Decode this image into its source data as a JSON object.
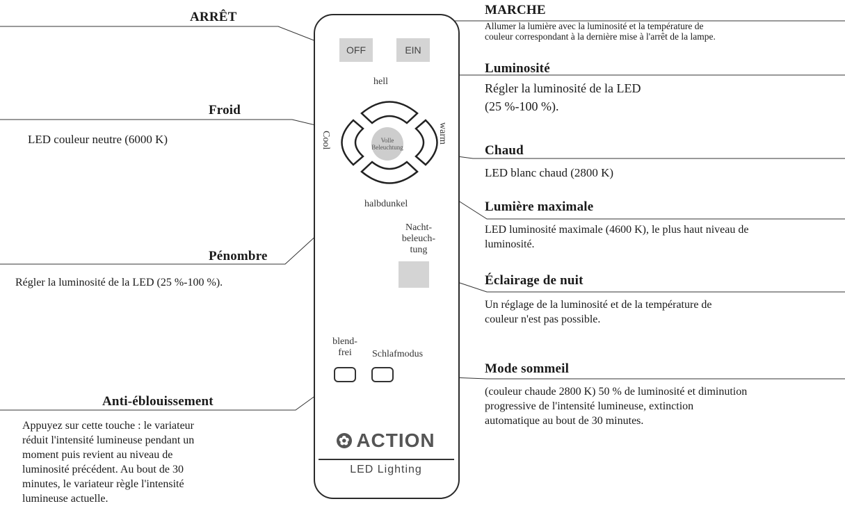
{
  "annotations": {
    "off": {
      "title": "ARRÊT"
    },
    "on": {
      "title": "MARCHE",
      "desc": "Allumer la lumière avec la luminosité et la température de couleur correspondant à la dernière mise à l'arrêt de la lampe."
    },
    "brightness": {
      "title": "Luminosité",
      "desc": "Régler la luminosité de la LED (25 %-100 %)."
    },
    "cold": {
      "title": "Froid",
      "desc": "LED couleur neutre (6000 K)"
    },
    "warm": {
      "title": "Chaud",
      "desc": "LED blanc chaud (2800 K)"
    },
    "max_light": {
      "title": "Lumière maximale",
      "desc": "LED luminosité maximale (4600 K), le plus haut niveau de luminosité."
    },
    "dim": {
      "title": "Pénombre",
      "desc": "Régler la luminosité de la LED (25 %-100 %)."
    },
    "night": {
      "title": "Éclairage de nuit",
      "desc": "Un réglage de la luminosité et de la température de couleur n'est pas possible."
    },
    "sleep": {
      "title": "Mode sommeil",
      "desc": "(couleur chaude 2800 K) 50 % de luminosité et diminution progressive de l'intensité lumineuse, extinction automatique au bout de 30 minutes."
    },
    "anti_glare": {
      "title": "Anti-éblouissement",
      "desc": "Appuyez sur cette touche : le variateur réduit l'intensité lumineuse pendant un moment puis revient au niveau de luminosité précédent. Au bout de 30 minutes, le variateur règle l'intensité lumineuse actuelle."
    }
  },
  "remote": {
    "off_label": "OFF",
    "on_label": "EIN",
    "hell_label": "hell",
    "cool_label": "Cool",
    "warm_label": "warm",
    "center_label_1": "Volle",
    "center_label_2": "Beleuchtung",
    "halbdunkel_label": "halbdunkel",
    "night_label_1": "Nacht-",
    "night_label_2": "beleuch-",
    "night_label_3": "tung",
    "blendfrei_label_1": "blend-",
    "blendfrei_label_2": "frei",
    "sleep_label": "Schlafmodus",
    "brand": "ACTION",
    "brand_sub": "LED Lighting"
  },
  "colors": {
    "button_fill": "#d4d4d4",
    "outline": "#2a2a2a",
    "brand": "#555555"
  },
  "icons": {
    "brand_logo": "action-flower-icon"
  }
}
